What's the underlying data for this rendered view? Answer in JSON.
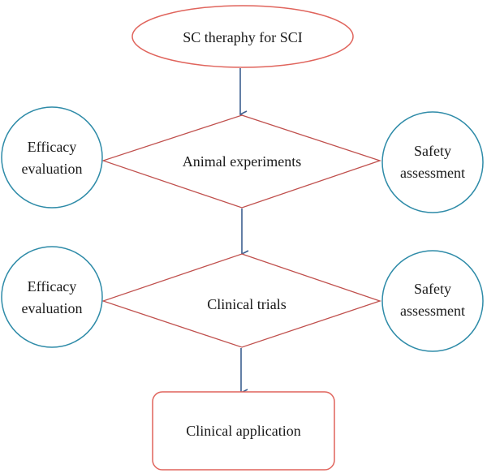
{
  "diagram": {
    "start": {
      "label": "SC theraphy for SCI"
    },
    "animal": {
      "label": "Animal experiments",
      "left": {
        "line1": "Efficacy",
        "line2": "evaluation"
      },
      "right": {
        "line1": "Safety",
        "line2": "assessment"
      }
    },
    "clinical": {
      "label": "Clinical trials",
      "left": {
        "line1": "Efficacy",
        "line2": "evaluation"
      },
      "right": {
        "line1": "Safety",
        "line2": "assessment"
      }
    },
    "end": {
      "label": "Clinical application"
    }
  },
  "colors": {
    "red_shape": "#e0645c",
    "diamond_stroke": "#c0504d",
    "circle_stroke": "#2e8ba8",
    "arrow": "#3c5f8f"
  }
}
